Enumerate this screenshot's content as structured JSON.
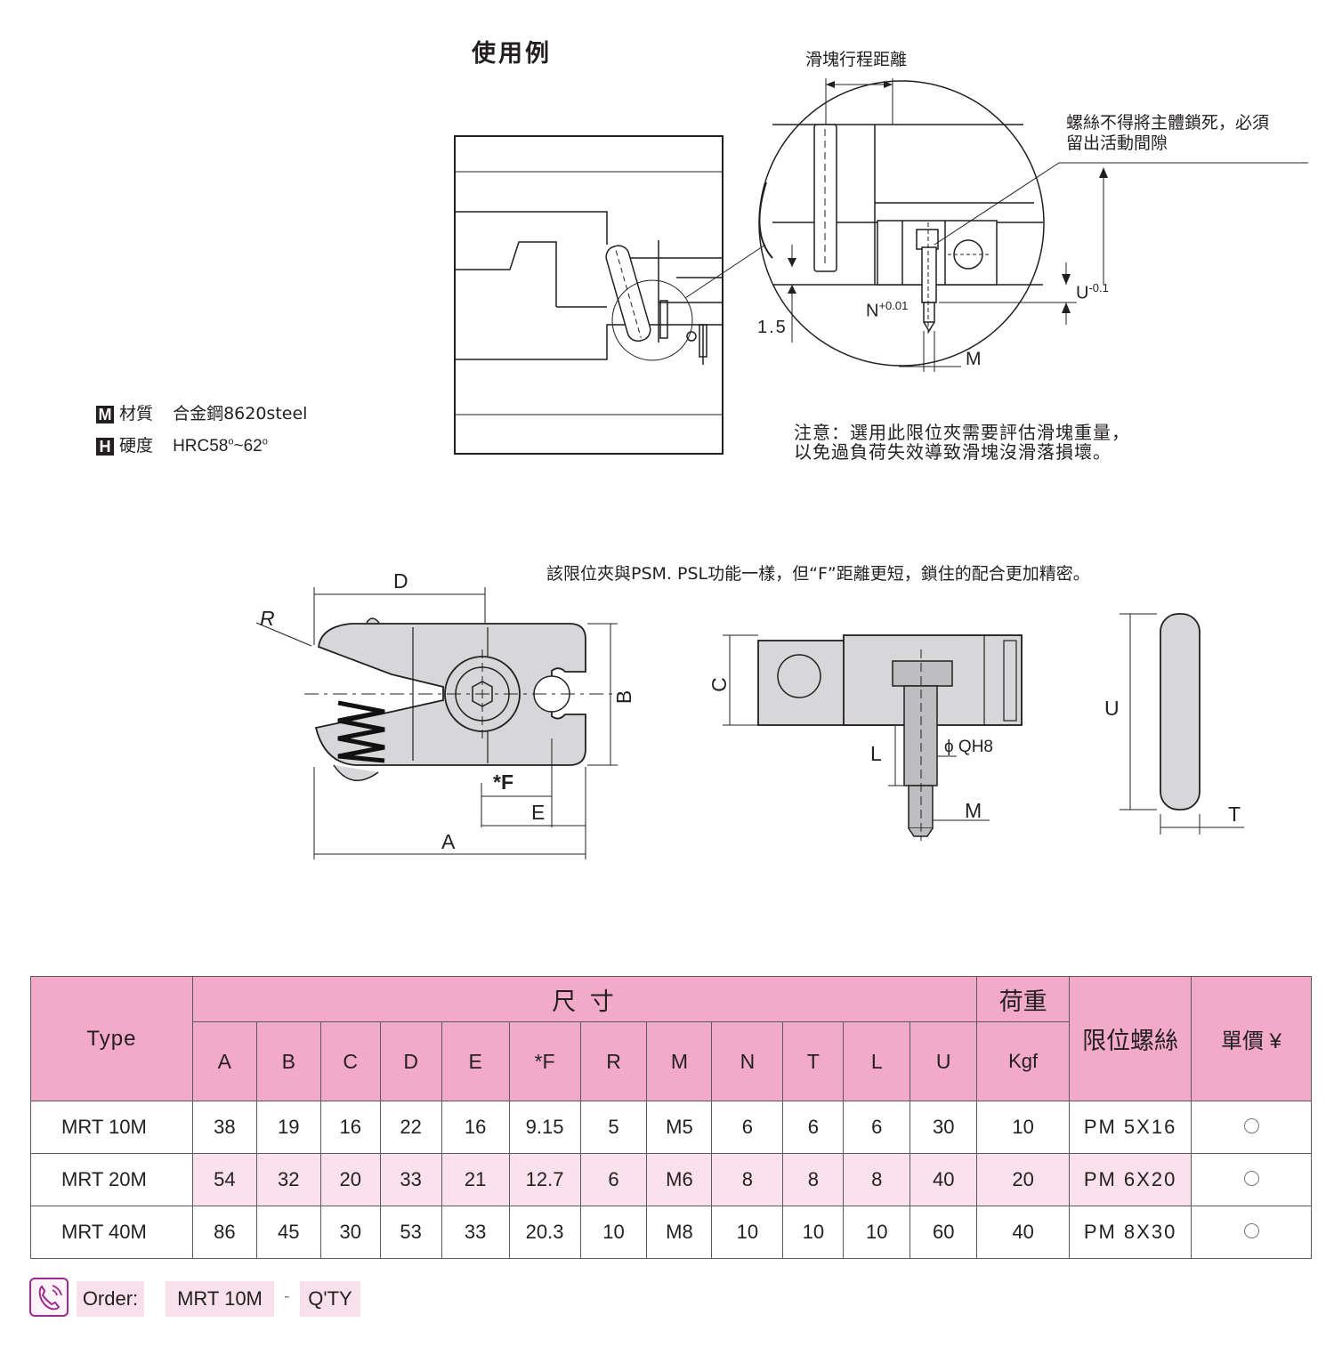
{
  "usage": {
    "title": "使用例",
    "slide_travel": "滑塊行程距離",
    "screw_note_line1": "螺絲不得將主體鎖死，必須",
    "screw_note_line2": "留出活動間隙",
    "dim_u": "U",
    "dim_u_tol": "-0.1",
    "dim_n": "N",
    "dim_n_tol": "+0.01",
    "dim_15": "1.5",
    "dim_m": "M",
    "caution_line1": "注意：選用此限位夾需要評估滑塊重量，",
    "caution_line2": "以免過負荷失效導致滑塊沒滑落損壞。"
  },
  "material": {
    "m_badge": "M",
    "m_label": "材質",
    "m_value": "合金鋼8620steel",
    "h_badge": "H",
    "h_label": "硬度",
    "h_value_main": "HRC58",
    "h_value_deg": "o",
    "h_value_sep": "~62",
    "h_value_deg2": "o"
  },
  "description": "該限位夾與PSM. PSL功能一樣，但“F”距離更短，鎖住的配合更加精密。",
  "drawing_labels": {
    "D": "D",
    "R": "R",
    "B": "B",
    "F": "*F",
    "E": "E",
    "A": "A",
    "C": "C",
    "L": "L",
    "QH8": "ϕ QH8",
    "M": "M",
    "U": "U",
    "T": "T"
  },
  "table": {
    "type_header": "Type",
    "size_header": "尺 寸",
    "columns": [
      "A",
      "B",
      "C",
      "D",
      "E",
      "*F",
      "R",
      "M",
      "N",
      "T",
      "L",
      "U"
    ],
    "load_header": "荷重",
    "load_unit": "Kgf",
    "screw_header": "限位螺絲",
    "price_header": "單價 ¥",
    "rows": [
      {
        "type": "MRT 10M",
        "values": [
          "38",
          "19",
          "16",
          "22",
          "16",
          "9.15",
          "5",
          "M5",
          "6",
          "6",
          "6",
          "30"
        ],
        "load": "10",
        "screw": "PM 5X16"
      },
      {
        "type": "MRT 20M",
        "values": [
          "54",
          "32",
          "20",
          "33",
          "21",
          "12.7",
          "6",
          "M6",
          "8",
          "8",
          "8",
          "40"
        ],
        "load": "20",
        "screw": "PM 6X20"
      },
      {
        "type": "MRT 40M",
        "values": [
          "86",
          "45",
          "30",
          "53",
          "33",
          "20.3",
          "10",
          "M8",
          "10",
          "10",
          "10",
          "60"
        ],
        "load": "40",
        "screw": "PM 8X30"
      }
    ]
  },
  "order": {
    "label": "Order:",
    "example": "MRT 10M",
    "dash": "-",
    "qty": "Q'TY"
  },
  "colors": {
    "header_pink": "#f3a9c8",
    "row_pink": "#fbe1ec",
    "order_icon": "#9b2b8f",
    "part_fill": "#d7d7d9"
  }
}
